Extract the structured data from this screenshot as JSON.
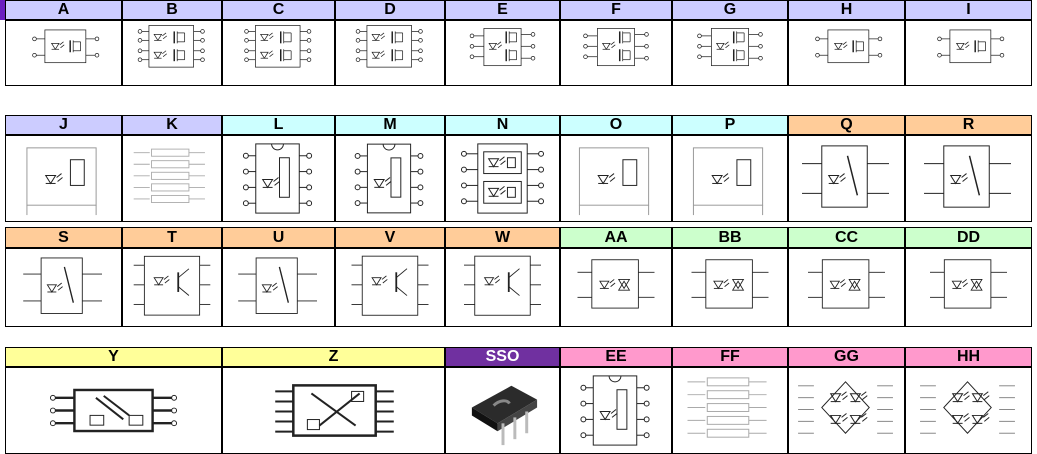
{
  "colors": {
    "lavender": "#ccccff",
    "cyan": "#ccffff",
    "orange": "#ffcc99",
    "green": "#ccffcc",
    "yellow": "#ffff99",
    "purple": "#7030a0",
    "pink": "#ff99cc"
  },
  "rows": [
    {
      "items": [
        {
          "label": "A",
          "color": "lavender",
          "icon": "single-output-mosfet-relay-diagram",
          "span": 1
        },
        {
          "label": "B",
          "color": "lavender",
          "icon": "quad-output-mosfet-relay-diagram",
          "span": 1
        },
        {
          "label": "C",
          "color": "lavender",
          "icon": "quad-output-mosfet-relay-diagram",
          "span": 1
        },
        {
          "label": "D",
          "color": "lavender",
          "icon": "quad-output-mosfet-relay-diagram",
          "span": 1
        },
        {
          "label": "E",
          "color": "lavender",
          "icon": "form-c-mosfet-relay-diagram",
          "span": 1
        },
        {
          "label": "F",
          "color": "lavender",
          "icon": "form-c-mosfet-relay-diagram",
          "span": 1
        },
        {
          "label": "G",
          "color": "lavender",
          "icon": "form-c-mosfet-relay-diagram",
          "span": 1
        },
        {
          "label": "H",
          "color": "lavender",
          "icon": "single-output-mosfet-relay-diagram",
          "span": 1
        },
        {
          "label": "I",
          "color": "lavender",
          "icon": "single-output-mosfet-relay-diagram",
          "span": 1
        }
      ]
    },
    {
      "items": [
        {
          "label": "J",
          "color": "lavender",
          "icon": "relay-schematic-diagram",
          "span": 1
        },
        {
          "label": "K",
          "color": "lavender",
          "icon": "multi-channel-schematic-diagram",
          "span": 1
        },
        {
          "label": "L",
          "color": "cyan",
          "icon": "dip-package-pinout-diagram",
          "span": 1
        },
        {
          "label": "M",
          "color": "cyan",
          "icon": "dip-package-pinout-diagram",
          "span": 1
        },
        {
          "label": "N",
          "color": "cyan",
          "icon": "dual-relay-pinout-diagram",
          "span": 1
        },
        {
          "label": "O",
          "color": "cyan",
          "icon": "relay-schematic-diagram",
          "span": 1
        },
        {
          "label": "P",
          "color": "cyan",
          "icon": "relay-schematic-diagram",
          "span": 1
        },
        {
          "label": "Q",
          "color": "orange",
          "icon": "optocoupler-schematic-diagram",
          "span": 1
        },
        {
          "label": "R",
          "color": "orange",
          "icon": "optocoupler-schematic-diagram",
          "span": 1
        }
      ]
    },
    {
      "items": [
        {
          "label": "S",
          "color": "orange",
          "icon": "optocoupler-schematic-diagram",
          "span": 1
        },
        {
          "label": "T",
          "color": "orange",
          "icon": "transistor-optocoupler-diagram",
          "span": 1
        },
        {
          "label": "U",
          "color": "orange",
          "icon": "optocoupler-schematic-diagram",
          "span": 1
        },
        {
          "label": "V",
          "color": "orange",
          "icon": "transistor-optocoupler-diagram",
          "span": 1
        },
        {
          "label": "W",
          "color": "orange",
          "icon": "transistor-optocoupler-diagram",
          "span": 1
        },
        {
          "label": "AA",
          "color": "green",
          "icon": "triac-optocoupler-diagram",
          "span": 1
        },
        {
          "label": "BB",
          "color": "green",
          "icon": "triac-optocoupler-diagram",
          "span": 1
        },
        {
          "label": "CC",
          "color": "green",
          "icon": "triac-optocoupler-diagram",
          "span": 1
        },
        {
          "label": "DD",
          "color": "green",
          "icon": "triac-optocoupler-diagram",
          "span": 1
        }
      ]
    },
    {
      "items": [
        {
          "label": "Y",
          "color": "yellow",
          "icon": "dual-channel-optocoupler-diagram",
          "span": 2
        },
        {
          "label": "Z",
          "color": "yellow",
          "icon": "quad-channel-optocoupler-diagram",
          "span": 2
        },
        {
          "label": "SSO",
          "color": "purple",
          "icon": "dip-chip-photo",
          "span": 1
        },
        {
          "label": "EE",
          "color": "pink",
          "icon": "dip-package-pinout-diagram",
          "span": 1
        },
        {
          "label": "FF",
          "color": "pink",
          "icon": "multi-channel-schematic-diagram",
          "span": 1
        },
        {
          "label": "GG",
          "color": "pink",
          "icon": "bridge-rectifier-diagram",
          "span": 1
        },
        {
          "label": "HH",
          "color": "pink",
          "icon": "bridge-rectifier-diagram",
          "span": 1
        }
      ]
    }
  ]
}
